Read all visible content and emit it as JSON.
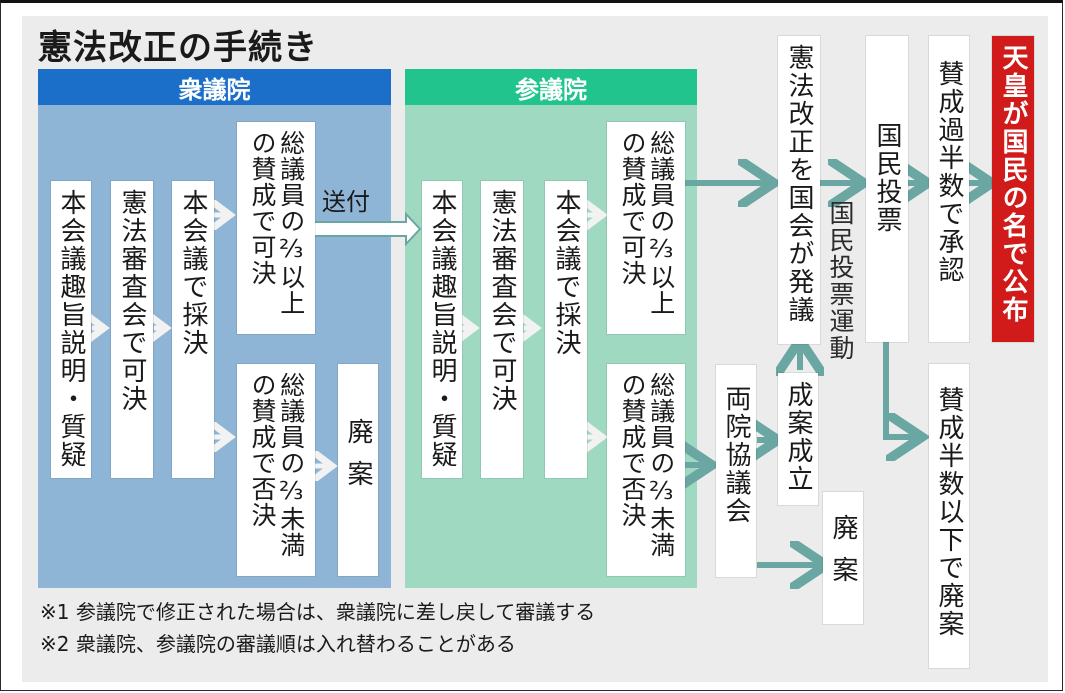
{
  "title": "憲法改正の手続き",
  "colors": {
    "shugiin_header": "#1c6fc9",
    "shugiin_body": "#8fb5d6",
    "sangiin_header": "#22c48e",
    "sangiin_body": "#9fd9c2",
    "arrow": "#6aa7a3",
    "announce": "#d11a1a",
    "panel": "#ececec"
  },
  "shugiin": {
    "header": "衆議院",
    "explain": "本会議趣旨説明・質疑",
    "committee": "憲法審査会で可決",
    "plenary": "本会議で採決",
    "pass": "総議員の⅔以上の賛成で可決",
    "reject": "総議員の⅔未満の賛成で否決",
    "scrap": "廃案"
  },
  "send_label": "送付",
  "sangiin": {
    "header": "参議院",
    "explain": "本会議趣旨説明・質疑",
    "committee": "憲法審査会で可決",
    "plenary": "本会議で採決",
    "pass": "総議員の⅔以上の賛成で可決",
    "reject": "総議員の⅔未満の賛成で否決"
  },
  "joint_committee": "両院協議会",
  "plan_established": "成案成立",
  "scrap2": "廃案",
  "diet_initiates": "憲法改正を国会が発議",
  "referendum_campaign": "国民投票運動",
  "referendum": "国民投票",
  "majority_approve": "賛成過半数で承認",
  "majority_fail": "賛成半数以下で廃案",
  "emperor_promulgates": "天皇が国民の名で公布",
  "notes": [
    "※1 参議院で修正された場合は、衆議院に差し戻して審議する",
    "※2 衆議院、参議院の審議順は入れ替わることがある"
  ]
}
